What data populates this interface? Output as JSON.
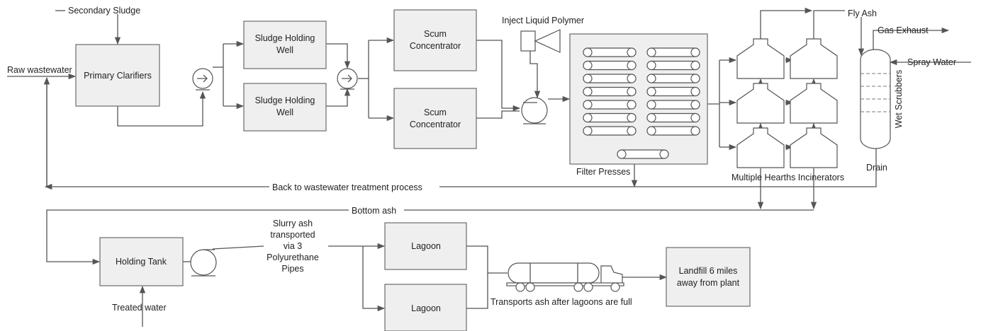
{
  "labels": {
    "secondary_sludge": "Secondary Sludge",
    "raw_wastewater": "Raw wastewater",
    "primary_clarifiers": "Primary Clarifiers",
    "sludge_holding_well": [
      "Sludge Holding",
      "Well"
    ],
    "scum_concentrator": [
      "Scum",
      "Concentrator"
    ],
    "inject_liquid_polymer": "Inject Liquid Polymer",
    "filter_presses": "Filter Presses",
    "fly_ash": "Fly Ash",
    "gas_exhaust": "Gas Exhaust",
    "spray_water": "Spray Water",
    "wet_scrubbers": "Wet Scrubbers",
    "drain": "Drain",
    "multiple_hearths_incinerators": "Multiple Hearths Incinerators",
    "back_to_treatment": "Back to wastewater treatment process",
    "bottom_ash": "Bottom ash",
    "holding_tank": "Holding Tank",
    "treated_water": "Treated water",
    "slurry_ash": [
      "Slurry ash",
      "transported",
      "via 3",
      "Polyurethane",
      "Pipes"
    ],
    "lagoon": "Lagoon",
    "transports_ash": "Transports ash after lagoons are full",
    "landfill": [
      "Landfill 6 miles",
      "away from plant"
    ]
  },
  "icons": [
    "pump-icon",
    "polymer-injector-icon",
    "filter-press-icon",
    "incinerator-hearth-icon",
    "wet-scrubber-column-icon",
    "tanker-truck-icon"
  ]
}
